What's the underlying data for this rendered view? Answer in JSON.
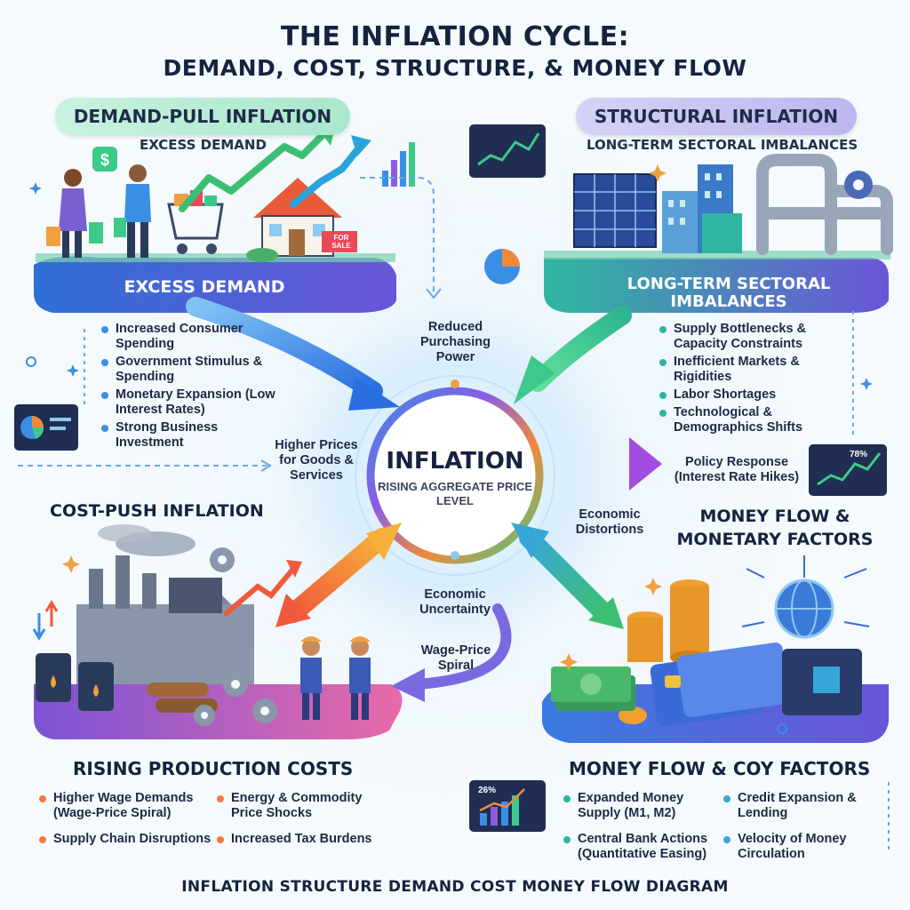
{
  "header": {
    "title_line1": "THE INFLATION CYCLE:",
    "title_line2": "DEMAND, COST, STRUCTURE, & MONEY FLOW"
  },
  "demand_pull": {
    "pill": "DEMAND-PULL INFLATION",
    "subtitle": "EXCESS DEMAND",
    "band_label": "EXCESS DEMAND",
    "sign_text": "FOR SALE",
    "bullets": [
      "Increased Consumer Spending",
      "Government Stimulus & Spending",
      "Monetary Expansion (Low Interest Rates)",
      "Strong Business Investment"
    ]
  },
  "structural": {
    "pill": "STRUCTURAL INFLATION",
    "subtitle": "LONG-TERM SECTORAL IMBALANCES",
    "band_label": "LONG-TERM SECTORAL IMBALANCES",
    "bullets": [
      "Supply Bottlenecks & Capacity Constraints",
      "Inefficient Markets & Rigidities",
      "Labor Shortages",
      "Technological & Demographics Shifts"
    ]
  },
  "cost_push": {
    "heading": "COST-PUSH INFLATION",
    "section_title": "RISING PRODUCTION COSTS",
    "bullets": [
      "Higher Wage Demands (Wage-Price Spiral)",
      "Energy & Commodity Price Shocks",
      "Supply Chain Disruptions",
      "Increased Tax Burdens"
    ]
  },
  "money_flow": {
    "heading": "MONEY FLOW & MONETARY FACTORS",
    "section_title": "MONEY FLOW & COY FACTORS",
    "bullets": [
      "Expanded Money Supply (M1, M2)",
      "Credit Expansion & Lending",
      "Central Bank Actions (Quantitative Easing)",
      "Velocity of Money Circulation"
    ]
  },
  "center": {
    "title": "INFLATION",
    "subtitle": "RISING AGGREGATE PRICE LEVEL",
    "reduced": "Reduced Purchasing Power",
    "higher_prices": "Higher Prices for Goods & Services",
    "policy": "Policy Response (Interest Rate Hikes)",
    "distortions": "Economic Distortions",
    "uncertainty": "Economic Uncertainty",
    "wage_spiral": "Wage-Price Spiral"
  },
  "chart_badges": {
    "policy_pct": "78%",
    "bottom_pct": "26%"
  },
  "footer": "INFLATION STRUCTURE DEMAND COST MONEY FLOW DIAGRAM",
  "colors": {
    "green_arrow": "#3dc98a",
    "blue_arrow": "#3a8ee6",
    "purple_arrow": "#8a5ce6",
    "orange_arrow": "#f08a3a",
    "orange_dot": "#f07d3a",
    "teal_dot": "#2bb5a0"
  },
  "icons": [
    "dollar-icon",
    "gear-icon",
    "sparkle-icon",
    "pie-chart-icon",
    "bar-chart-icon",
    "globe-chip-icon",
    "credit-card-icon",
    "coin-icon",
    "oil-barrel-icon"
  ]
}
